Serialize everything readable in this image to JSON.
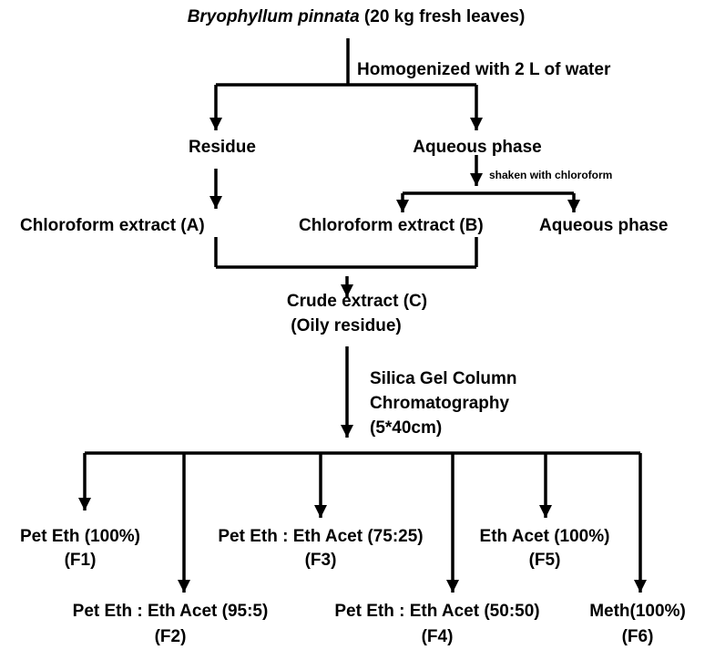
{
  "title": {
    "species": "Bryophyllum pinnata",
    "qty": " (20 kg fresh leaves)"
  },
  "steps": {
    "homogenize": "Homogenized with 2 L of water",
    "shaken": "shaken with chloroform",
    "silica_1": "Silica Gel Column",
    "silica_2": "Chromatography",
    "silica_3": "(5*40cm)"
  },
  "nodes": {
    "residue": "Residue",
    "aqueous_1": "Aqueous phase",
    "chloro_a": "Chloroform extract (A)",
    "chloro_b": "Chloroform extract (B)",
    "aqueous_2": "Aqueous phase",
    "crude_1": "Crude extract (C)",
    "crude_2": "(Oily residue)"
  },
  "fractions": [
    {
      "solvent": "Pet Eth (100%)",
      "code": "(F1)"
    },
    {
      "solvent": "Pet Eth : Eth Acet (95:5)",
      "code": "(F2)"
    },
    {
      "solvent": "Pet Eth : Eth Acet (75:25)",
      "code": "(F3)"
    },
    {
      "solvent": "Pet Eth : Eth Acet (50:50)",
      "code": "(F4)"
    },
    {
      "solvent": "Eth Acet (100%)",
      "code": "(F5)"
    },
    {
      "solvent": "Meth(100%)",
      "code": "(F6)"
    }
  ],
  "colors": {
    "line": "#000000",
    "text": "#000000"
  }
}
